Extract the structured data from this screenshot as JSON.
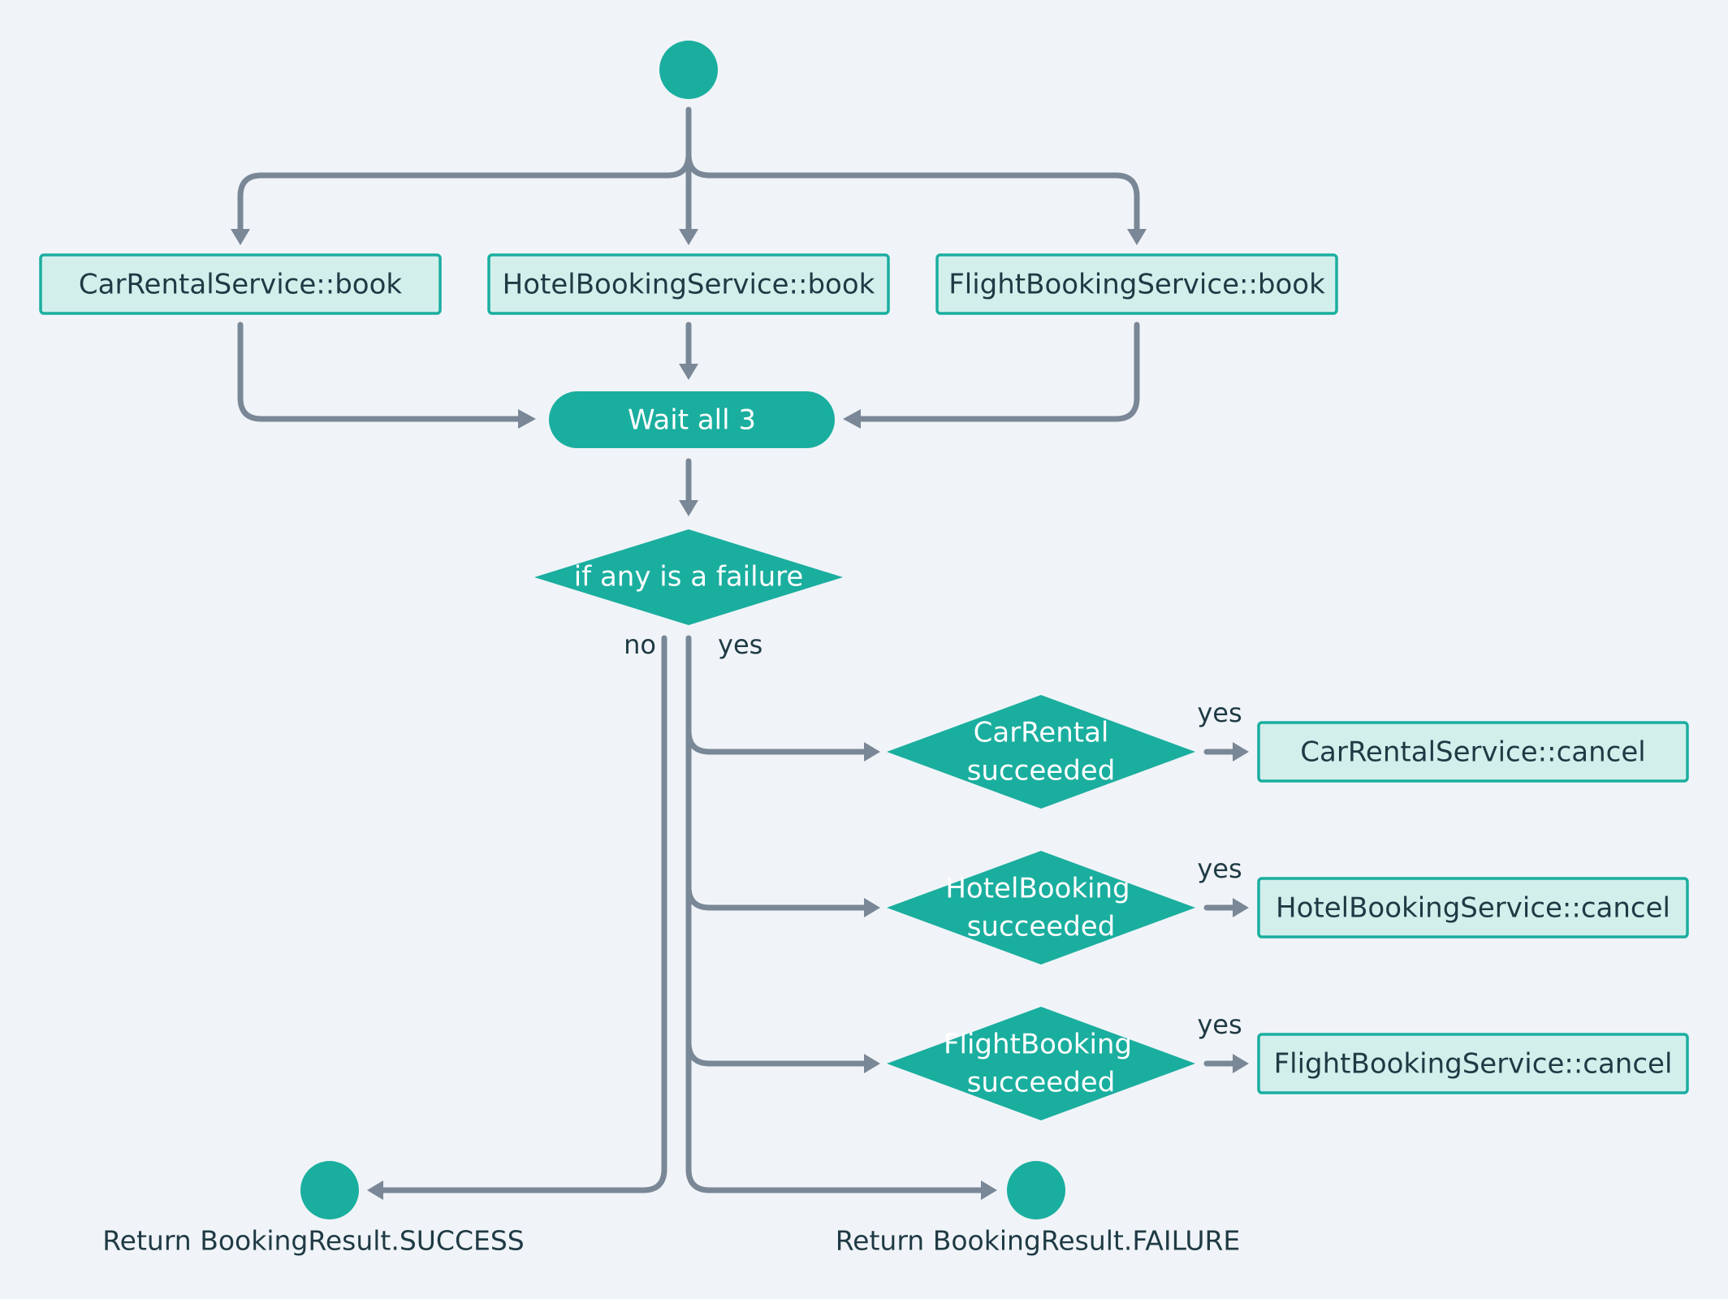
{
  "diagram": {
    "tasks": {
      "car_book": "CarRentalService::book",
      "hotel_book": "HotelBookingService::book",
      "flight_book": "FlightBookingService::book",
      "car_cancel": "CarRentalService::cancel",
      "hotel_cancel": "HotelBookingService::cancel",
      "flight_cancel": "FlightBookingService::cancel"
    },
    "join": "Wait all 3",
    "decision": "if any is a failure",
    "branch_no": "no",
    "branch_yes": "yes",
    "checks": {
      "car_line1": "CarRental",
      "car_line2": "succeeded",
      "hotel_line1": "HotelBooking",
      "hotel_line2": "succeeded",
      "flight_line1": "FlightBooking",
      "flight_line2": "succeeded"
    },
    "yes_labels": [
      "yes",
      "yes",
      "yes"
    ],
    "end_success": "Return BookingResult.SUCCESS",
    "end_failure": "Return BookingResult.FAILURE",
    "colors": {
      "accent": "#1aae9f",
      "task_fill": "#d3efec",
      "edge": "#7a8796",
      "text": "#1f3a44",
      "background": "#f0f4f8"
    }
  }
}
